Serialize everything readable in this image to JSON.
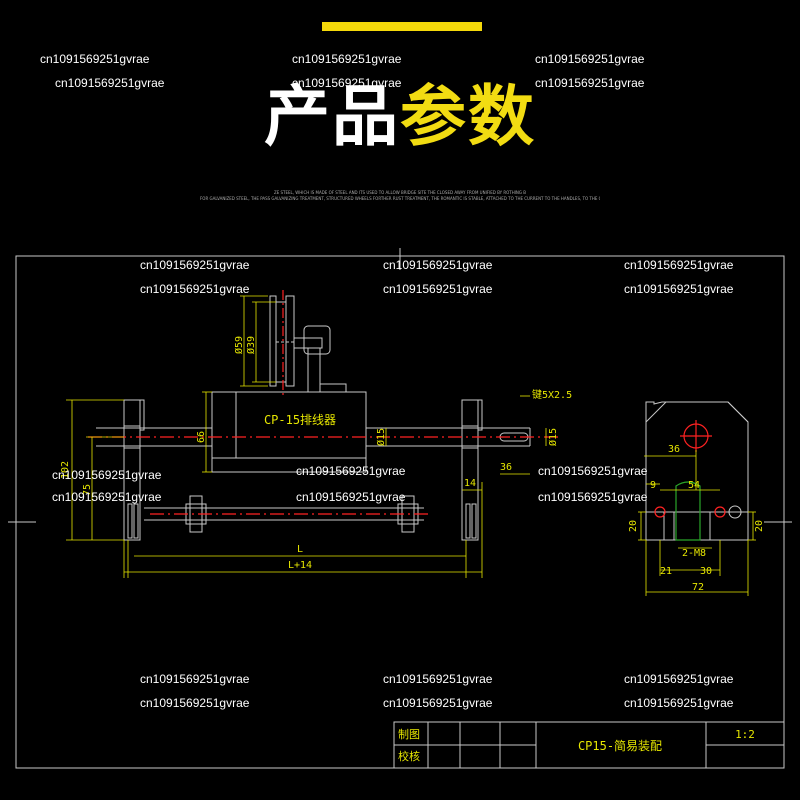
{
  "header": {
    "title_white": "产品",
    "title_yellow": "参数",
    "subtitle_line1": "ZE STEEL, WHICH IS MADE OF STEEL AND ITS USED TO ALLOW BRIDGE SITE THE CLOSED AWAY FROM UNIFIED BY ROTHING B",
    "subtitle_line2": "FOR GALVANIZED STEEL, THE PASS GALVANIZING TREATMENT, STRUCTURED WHEELS FORTHER RUST TREATMENT, THE ROMANTIC IS STABLE, ATTACHED TO THE CURRENT TO THE HANDLES, TO THE COMPANY, FROM RUST"
  },
  "watermark": "cn1091569251gvrae",
  "drawing": {
    "colors": {
      "line": "#c8c8c8",
      "dim": "#e6e600",
      "center": "#ff3333",
      "hole": "#ff2222",
      "green": "#2aa52a"
    },
    "part_label": "CP-15排线器",
    "dims": {
      "d59": "Ø59",
      "d39": "Ø39",
      "h66": "66",
      "d15a": "Ø15",
      "d15b": "Ø15",
      "keyway": "键5X2.5",
      "l36": "36",
      "l14": "14",
      "h102": "102",
      "h75": "75",
      "L": "L",
      "L14": "L+14",
      "s36": "36",
      "s9": "9",
      "s54": "54",
      "s20a": "20",
      "s20b": "20",
      "s21": "21",
      "s30": "30",
      "s72": "72",
      "m8": "2-M8"
    }
  },
  "title_block": {
    "drawn_label": "制图",
    "check_label": "校核",
    "drawing_name": "CP15-简易装配",
    "scale": "1:2"
  }
}
